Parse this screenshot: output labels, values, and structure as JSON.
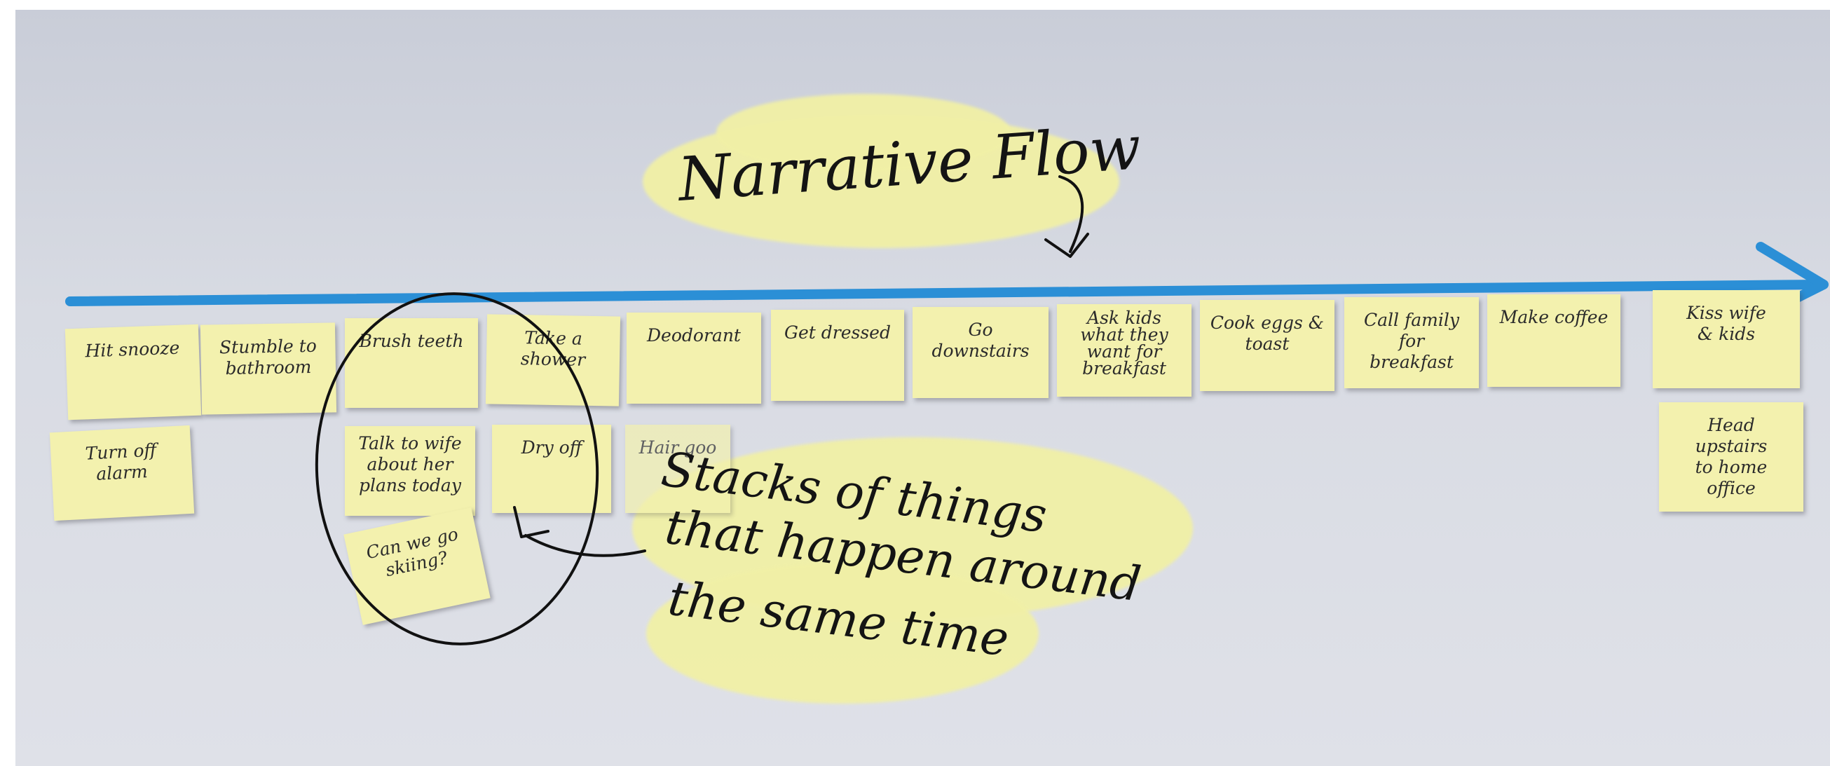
{
  "photo": {
    "heading": "Narrative Flow",
    "stacks_caption": [
      "Stacks of things",
      "that happen around",
      "the same time"
    ],
    "top_row_notes": [
      "Hit snooze",
      "Stumble to\nbathroom",
      "Brush teeth",
      "Take a\nshower",
      "Deodorant",
      "Get dressed",
      "Go downstairs",
      "Ask kids\nwhat they\nwant for\nbreakfast",
      "Cook eggs &\ntoast",
      "Call family\nfor breakfast",
      "Make coffee",
      "Kiss wife\n& kids"
    ],
    "stacked_notes": {
      "turn_off_alarm": "Turn off\nalarm",
      "talk_to_wife": "Talk to wife\nabout her\nplans today",
      "can_we_go_skiing": "Can we go\nskiing?",
      "dry_off": "Dry off",
      "hair_goo": "Hair goo",
      "head_upstairs": "Head upstairs\nto home\noffice"
    },
    "colors": {
      "timeline_arrow": "#2b8fd6",
      "sticky_note": "#f3f1ae",
      "highlight": "#f1f0a6",
      "ink": "#141414"
    }
  }
}
